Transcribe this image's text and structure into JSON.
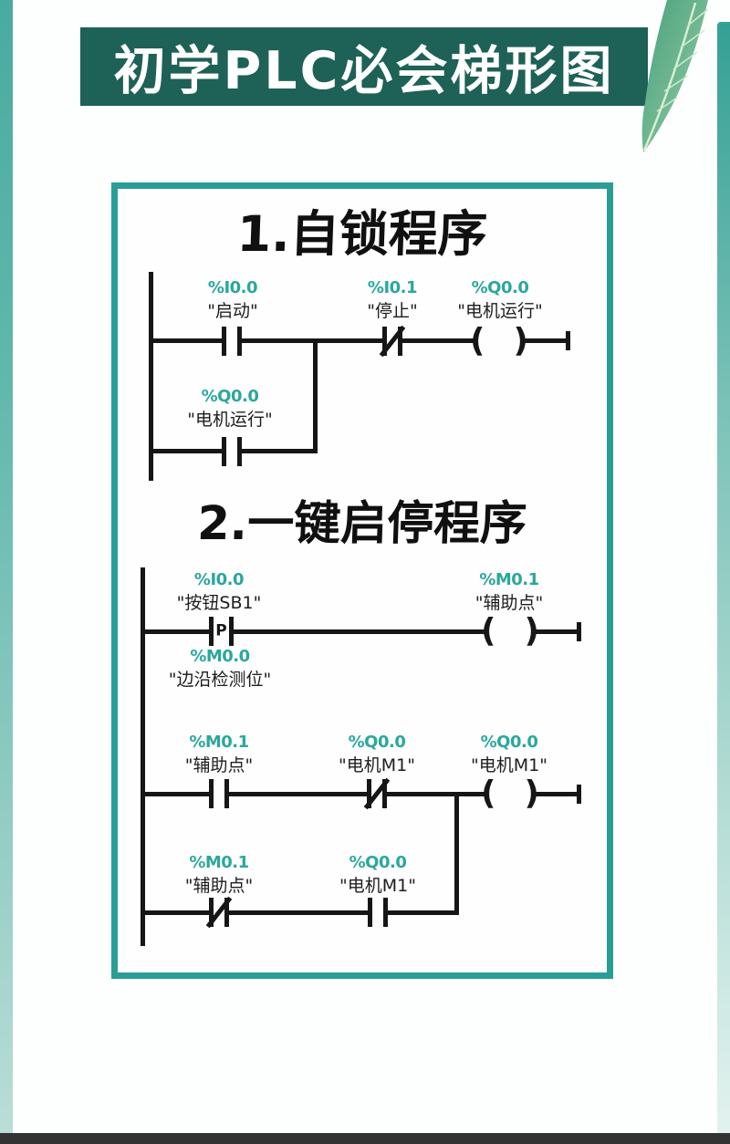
{
  "poster": {
    "banner_title": "初学PLC必会梯形图",
    "coil_symbol": "(  )",
    "colors": {
      "banner_bg": "#1e6156",
      "frame_border": "#2a9d96",
      "address_teal": "#2ba79e",
      "wire_black": "#161616",
      "side_strip_teal": "#49aba0",
      "bottom_bar": "#333333",
      "leaf_green": "#5fae85"
    }
  },
  "sections": [
    {
      "title": "1.自锁程序",
      "elements": [
        {
          "type": "no_contact",
          "address": "%I0.0",
          "name": "\"启动\""
        },
        {
          "type": "nc_contact",
          "address": "%I0.1",
          "name": "\"停止\""
        },
        {
          "type": "coil",
          "address": "%Q0.0",
          "name": "\"电机运行\""
        },
        {
          "type": "no_contact",
          "address": "%Q0.0",
          "name": "\"电机运行\""
        }
      ]
    },
    {
      "title": "2.一键启停程序",
      "elements": [
        {
          "type": "p_contact",
          "address": "%I0.0",
          "name": "\"按钮SB1\"",
          "symbol": "P"
        },
        {
          "type": "coil",
          "address": "%M0.1",
          "name": "\"辅助点\""
        },
        {
          "type": "operand_label",
          "address": "%M0.0",
          "name": "\"边沿检测位\""
        },
        {
          "type": "no_contact",
          "address": "%M0.1",
          "name": "\"辅助点\""
        },
        {
          "type": "nc_contact",
          "address": "%Q0.0",
          "name": "\"电机M1\""
        },
        {
          "type": "coil",
          "address": "%Q0.0",
          "name": "\"电机M1\""
        },
        {
          "type": "nc_contact",
          "address": "%M0.1",
          "name": "\"辅助点\""
        },
        {
          "type": "no_contact",
          "address": "%Q0.0",
          "name": "\"电机M1\""
        }
      ]
    }
  ]
}
